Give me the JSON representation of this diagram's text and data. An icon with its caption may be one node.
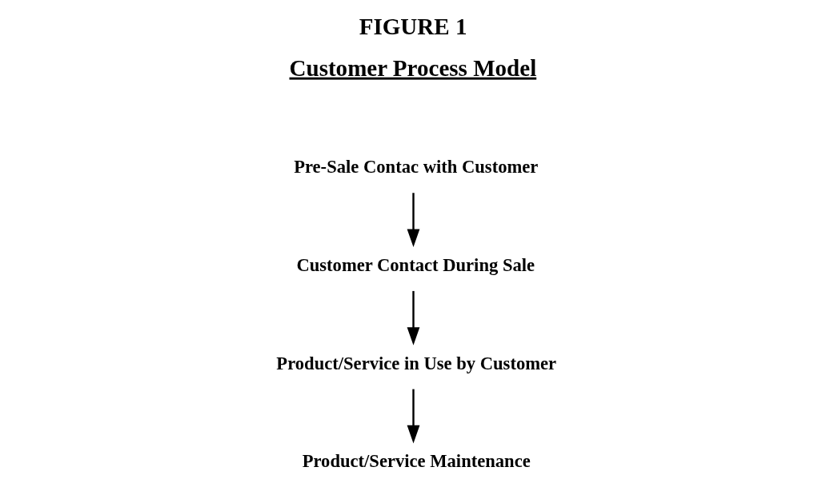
{
  "diagram": {
    "title": "FIGURE 1",
    "nodes": [
      {
        "text": [
          "Pre-Sale Contac with Customer"
        ]
      },
      {
        "text": [
          "Customer Contact During Sale"
        ]
      },
      {
        "text": [
          "Product/Service in Use by Customer"
        ]
      },
      {
        "text": [
          "Product/Service Maintenance"
        ]
      }
    ],
    "edges": [
      {
        "from": 0,
        "to": 1,
        "arrow": "to"
      },
      {
        "from": 1,
        "to": 2,
        "arrow": "to"
      },
      {
        "from": 2,
        "to": 3,
        "arrow": "to"
      }
    ],
    "labels": [
      "Customer Process Model"
    ]
  }
}
